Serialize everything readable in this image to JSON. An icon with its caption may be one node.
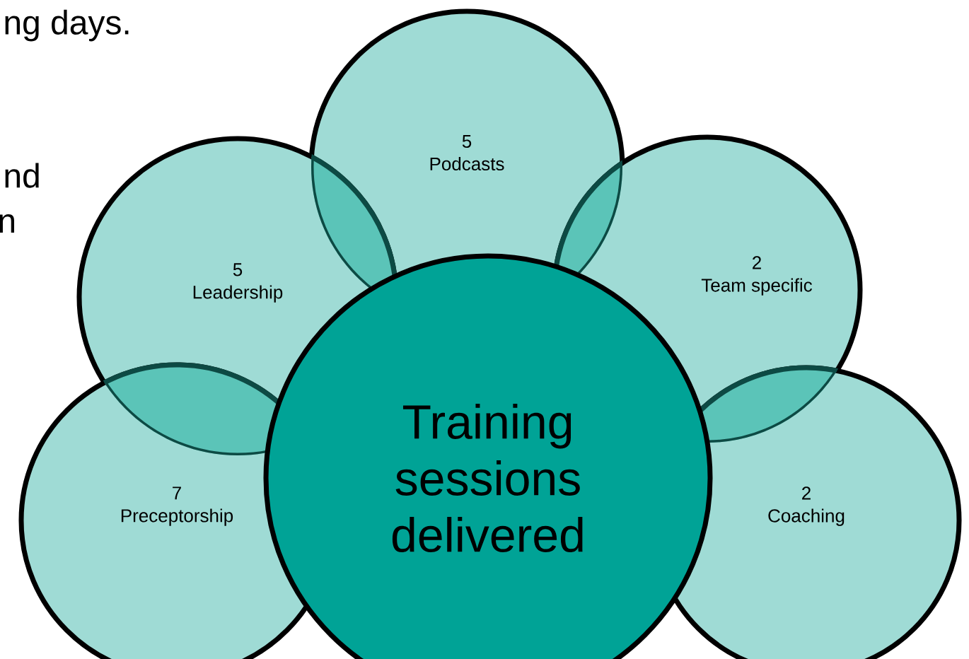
{
  "diagram": {
    "nodes": [
      {
        "text": [
          "Training sessions delivered"
        ]
      },
      {
        "text": [
          "5",
          "Podcasts"
        ]
      },
      {
        "text": [
          "5",
          "Leadership"
        ]
      },
      {
        "text": [
          "2",
          "Team specific"
        ]
      },
      {
        "text": [
          "7",
          "Preceptorship"
        ]
      },
      {
        "text": [
          "2",
          "Coaching"
        ]
      }
    ],
    "labels": [
      "ng days.",
      "nd",
      "n"
    ]
  }
}
